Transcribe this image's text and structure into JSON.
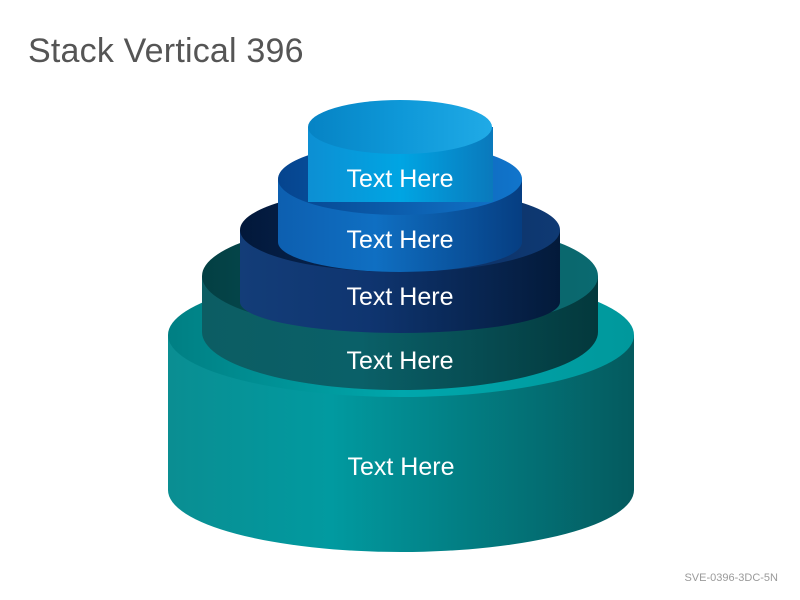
{
  "title": "Stack Vertical 396",
  "code": "SVE-0396-3DC-5N",
  "tiers": [
    {
      "label": "Text Here",
      "color": "#00A5E3"
    },
    {
      "label": "Text Here",
      "color": "#0F6FC2"
    },
    {
      "label": "Text Here",
      "color": "#0C2F63"
    },
    {
      "label": "Text Here",
      "color": "#0A5A60"
    },
    {
      "label": "Text Here",
      "color": "#00989C"
    }
  ]
}
